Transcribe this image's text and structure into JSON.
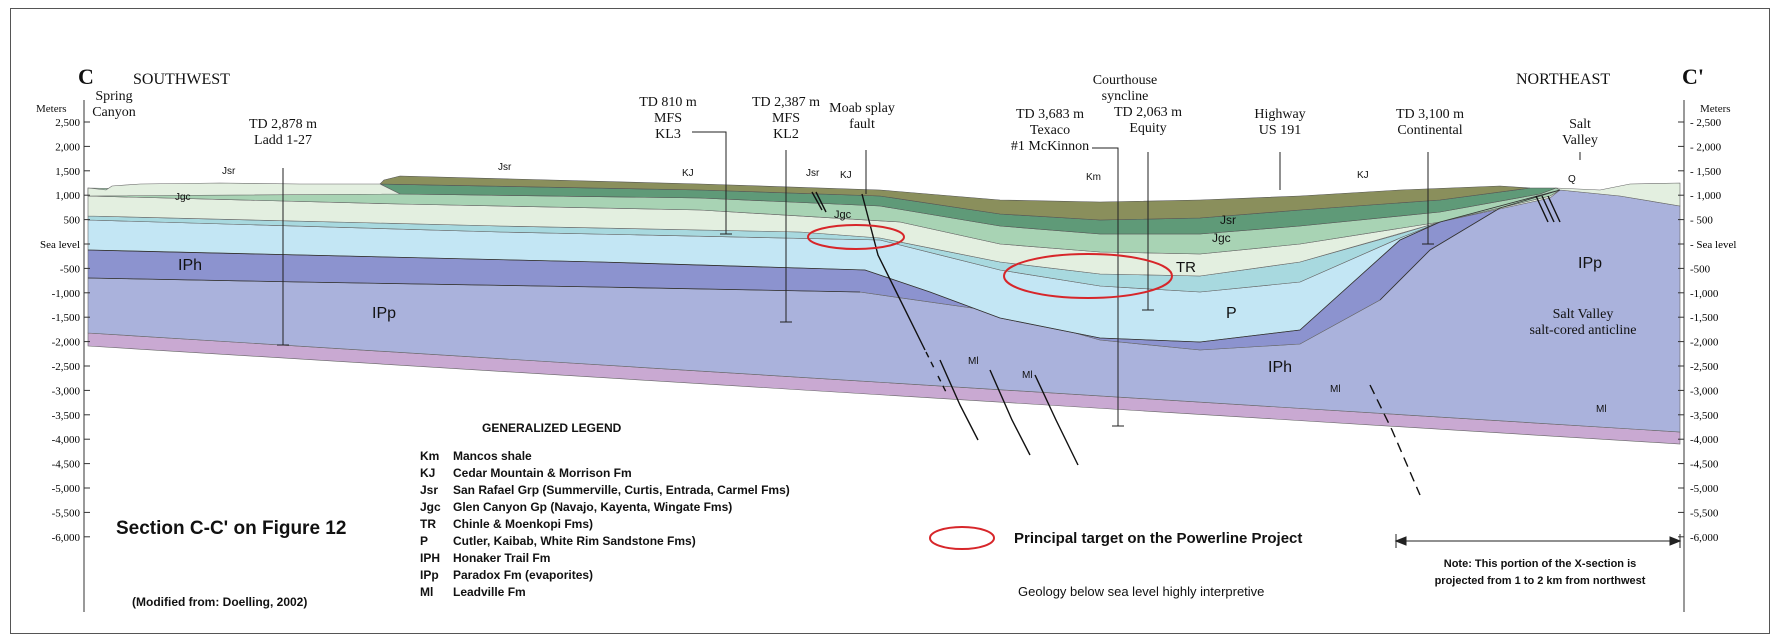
{
  "ends": {
    "left_letter": "C",
    "left_dir": "SOUTHWEST",
    "right_letter": "C'",
    "right_dir": "NORTHEAST"
  },
  "axis": {
    "title": "Meters",
    "ticks": [
      "2,500",
      "2,000",
      "1,500",
      "1,000",
      "500",
      "Sea level",
      "-500",
      "-1,000",
      "-1,500",
      "-2,000",
      "-2,500",
      "-3,000",
      "-3,500",
      "-4,000",
      "-4,500",
      "-5,000",
      "-5,500",
      "-6,000"
    ]
  },
  "wells": {
    "ladd": [
      "TD 2,878 m",
      "Ladd 1-27"
    ],
    "kl3": [
      "TD 810 m",
      "MFS",
      "KL3"
    ],
    "kl2": [
      "TD 2,387 m",
      "MFS",
      "KL2"
    ],
    "texaco": [
      "TD 3,683 m",
      "Texaco",
      "#1 McKinnon"
    ],
    "equity": [
      "TD 2,063 m",
      "Equity"
    ],
    "continental": [
      "TD 3,100 m",
      "Continental"
    ]
  },
  "places": {
    "spring": [
      "Spring",
      "Canyon"
    ],
    "moab": [
      "Moab splay",
      "fault"
    ],
    "courthouse": [
      "Courthouse",
      "syncline"
    ],
    "highway": [
      "Highway",
      "US 191"
    ],
    "salt_valley": [
      "Salt",
      "Valley"
    ],
    "anticline": [
      "Salt Valley",
      "salt-cored anticline"
    ]
  },
  "units": {
    "jsr": "Jsr",
    "jgc": "Jgc",
    "kj": "KJ",
    "km": "Km",
    "q": "Q",
    "ph": "IPh",
    "pp": "IPp",
    "tr": "TR",
    "p": "P",
    "ml": "Ml"
  },
  "legend": {
    "title": "GENERALIZED LEGEND",
    "items": [
      {
        "code": "Km",
        "text": "Mancos shale"
      },
      {
        "code": "KJ",
        "text": "Cedar Mountain & Morrison Fm"
      },
      {
        "code": "Jsr",
        "text": "San Rafael Grp (Summerville, Curtis, Entrada, Carmel Fms)"
      },
      {
        "code": "Jgc",
        "text": "Glen Canyon Gp (Navajo, Kayenta, Wingate Fms)"
      },
      {
        "code": "TR",
        "text": "Chinle & Moenkopi Fms)"
      },
      {
        "code": "P",
        "text": "Cutler, Kaibab, White Rim Sandstone Fms)"
      },
      {
        "code": "IPH",
        "text": "Honaker Trail Fm"
      },
      {
        "code": "IPp",
        "text": "Paradox Fm (evaporites)"
      },
      {
        "code": "Ml",
        "text": "Leadville Fm"
      }
    ]
  },
  "section_label": "Section C-C' on Figure 12",
  "modified_from": "(Modified from:  Doelling, 2002)",
  "target_label": "Principal target on the Powerline Project",
  "interpretive_note": "Geology below sea level highly interpretive",
  "projection_note": [
    "Note: This portion of the X-section is",
    "projected from 1 to 2 km from northwest"
  ],
  "colors": {
    "km": "#8a8f5c",
    "kj": "#5f9a78",
    "jsr": "#a8d3b4",
    "jgc": "#e3efe0",
    "tr": "#a8d9df",
    "p": "#c3e6f4",
    "ph": "#8c93cf",
    "pp": "#aab2dc",
    "ml": "#c9a9d2",
    "target": "#d7262a"
  }
}
